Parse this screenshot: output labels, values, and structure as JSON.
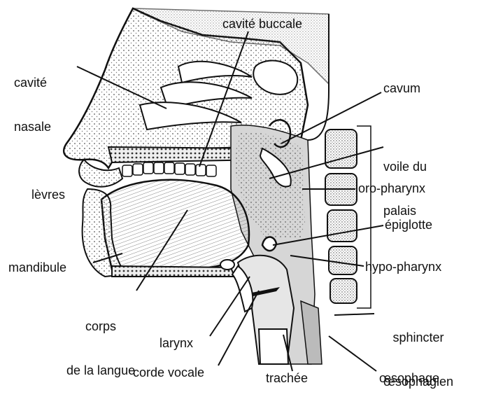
{
  "figure": {
    "labels": {
      "cavite_buccale": "cavité buccale",
      "cavite_nasale_1": "cavité",
      "cavite_nasale_2": "nasale",
      "cavum": "cavum",
      "voile_1": "voile du",
      "voile_2": "palais",
      "levres": "lèvres",
      "oro_pharynx": "oro-pharynx",
      "epiglotte": "épiglotte",
      "mandibule": "mandibule",
      "hypo_pharynx": "hypo-pharynx",
      "corps_1": "corps",
      "corps_2": "de la langue",
      "sphincter_1": "sphincter",
      "sphincter_2": "œsophagien",
      "larynx": "larynx",
      "corde_vocale": "corde vocale",
      "trachee": "trachée",
      "oesophage": "œsophage"
    },
    "colors": {
      "ink": "#111111",
      "stipple": "#9a9a9a",
      "shade": "#d6d6d6",
      "paper": "#ffffff"
    }
  }
}
